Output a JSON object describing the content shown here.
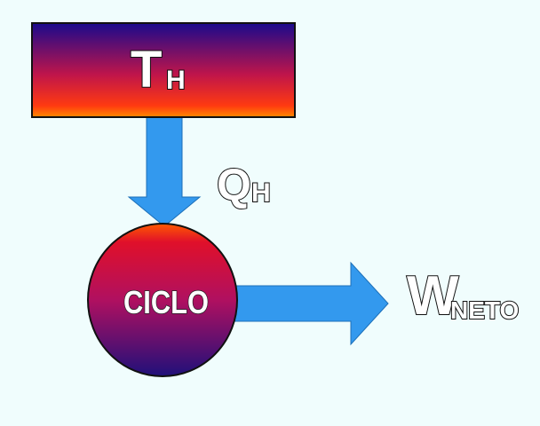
{
  "colors": {
    "background": "#f0fdfd",
    "arrow": "#3399ee",
    "gradient_top": "#1a0a8c",
    "gradient_mid": "#c0154a",
    "gradient_bottom": "#ff6a00"
  },
  "hot_reservoir": {
    "main": "T",
    "sub": "H"
  },
  "heat_input": {
    "main": "Q",
    "sub": "H"
  },
  "cycle": {
    "label": "CICLO"
  },
  "net_work": {
    "main": "W",
    "sub": "NETO"
  }
}
